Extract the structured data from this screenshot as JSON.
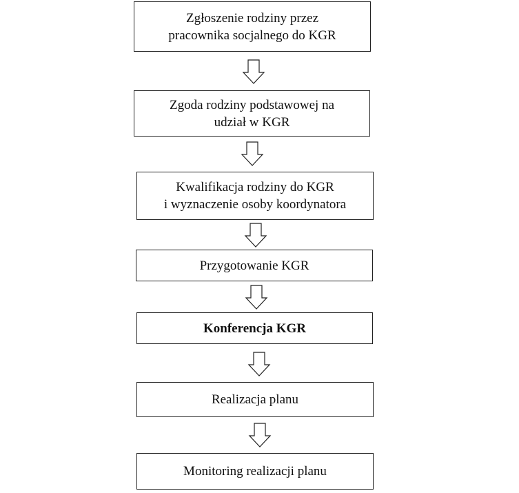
{
  "steps": [
    {
      "label": "Zgłoszenie rodziny przez\npracownika socjalnego do KGR"
    },
    {
      "label": "Zgoda rodziny podstawowej na\nudział w KGR"
    },
    {
      "label": "Kwalifikacja rodziny do KGR\ni wyznaczenie osoby koordynatora"
    },
    {
      "label": "Przygotowanie KGR"
    },
    {
      "label": "Konferencja KGR"
    },
    {
      "label": "Realizacja planu"
    },
    {
      "label": "Monitoring realizacji planu"
    }
  ],
  "arrow_icon": "down-arrow-outline-icon"
}
